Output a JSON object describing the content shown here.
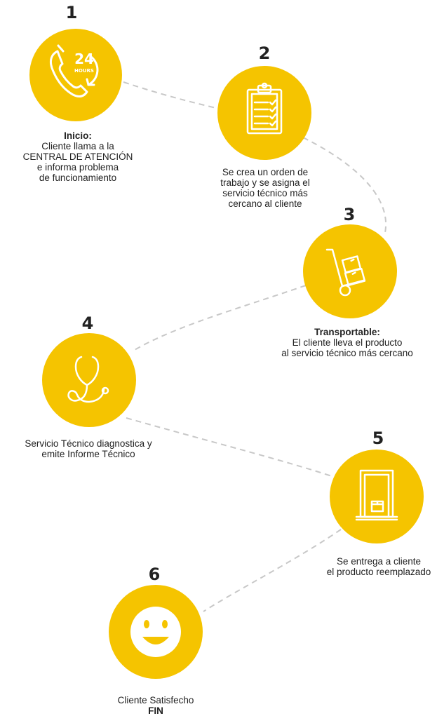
{
  "colors": {
    "circle": "#f5c400",
    "icon": "#ffffff",
    "connector": "#c8c8c8",
    "text": "#222222"
  },
  "steps": [
    {
      "number": "1",
      "icon": "24-hours-phone-icon",
      "caption_bold": "Inicio:",
      "caption_lines": [
        "Cliente llama a la",
        "CENTRAL DE ATENCIÓN",
        "e informa problema",
        "de funcionamiento"
      ],
      "icon_text_big": "24",
      "icon_text_small": "HOURS"
    },
    {
      "number": "2",
      "icon": "clipboard-checklist-icon",
      "caption_bold": "",
      "caption_lines": [
        "Se crea un orden de",
        "trabajo y se asigna el",
        "servicio técnico más",
        "cercano al cliente"
      ]
    },
    {
      "number": "3",
      "icon": "hand-truck-boxes-icon",
      "caption_bold": "Transportable:",
      "caption_lines": [
        "El cliente lleva el producto",
        "al servicio técnico más cercano"
      ]
    },
    {
      "number": "4",
      "icon": "stethoscope-icon",
      "caption_bold": "",
      "caption_lines": [
        "Servicio Técnico diagnostica y",
        "emite Informe Técnico"
      ]
    },
    {
      "number": "5",
      "icon": "door-box-icon",
      "caption_bold": "",
      "caption_lines": [
        "Se entrega a cliente",
        "el producto reemplazado"
      ]
    },
    {
      "number": "6",
      "icon": "smiley-face-icon",
      "caption_bold": "FIN",
      "caption_bold_last": true,
      "caption_lines": [
        "Cliente Satisfecho"
      ]
    }
  ]
}
